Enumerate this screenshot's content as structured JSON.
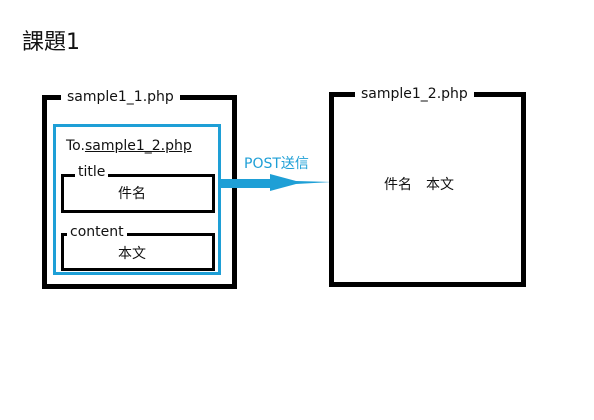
{
  "title": "課題1",
  "left_page": {
    "filename": "sample1_1.php",
    "form": {
      "action_prefix": "To.",
      "action_target": "sample1_2.php",
      "fields": [
        {
          "label": "title",
          "value": "件名"
        },
        {
          "label": "content",
          "value": "本文"
        }
      ]
    }
  },
  "arrow": {
    "label": "POST送信",
    "color": "#1e9fd6"
  },
  "right_page": {
    "filename": "sample1_2.php",
    "received_text": "件名　本文"
  }
}
